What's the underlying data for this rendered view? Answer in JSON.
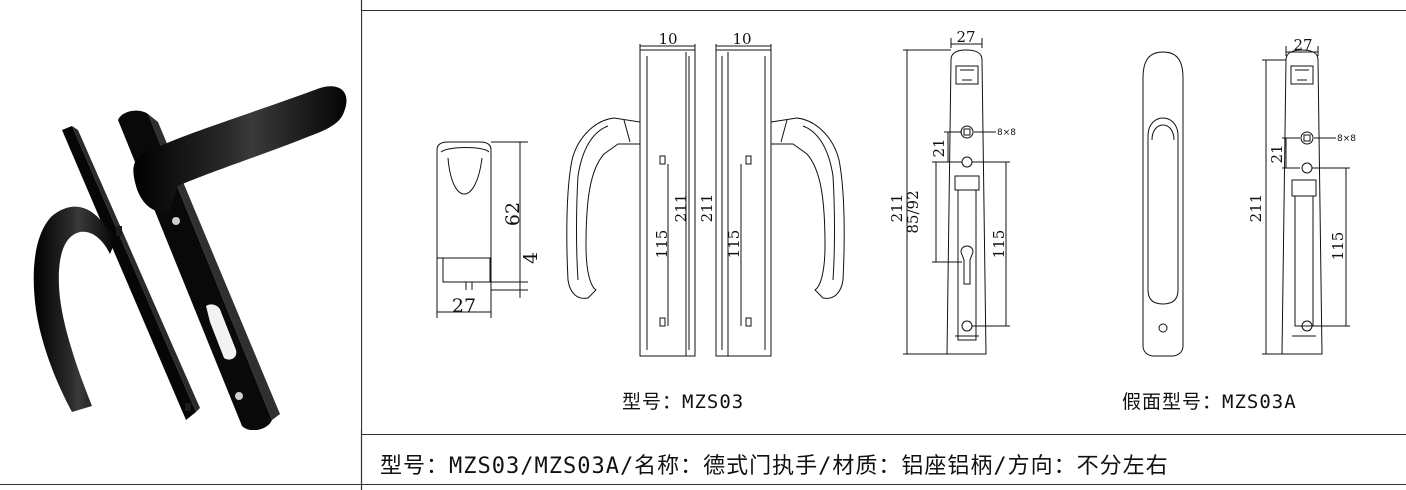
{
  "captions": {
    "model_left": "型号：MZS03",
    "model_right": "假面型号：MZS03A"
  },
  "footer": {
    "text": "型号：MZS03/MZS03A/名称：德式门执手/材质：铝座铝柄/方向：不分左右"
  },
  "dimensions": {
    "side_height": "62",
    "side_step": "4",
    "side_width": "27",
    "plate_depth_left": "10",
    "plate_depth_right": "10",
    "total_length": "211",
    "hole_spacing": "115",
    "front_width": "27",
    "center_distance": "85/92",
    "spindle_offset": "21",
    "spindle_size": "8×8",
    "dummy_width": "27",
    "dummy_length": "211",
    "dummy_offset": "21",
    "dummy_spindle_size": "8×8",
    "dummy_hole_spacing": "115"
  },
  "colors": {
    "line": "#111111",
    "product": "#0b0b0b"
  }
}
